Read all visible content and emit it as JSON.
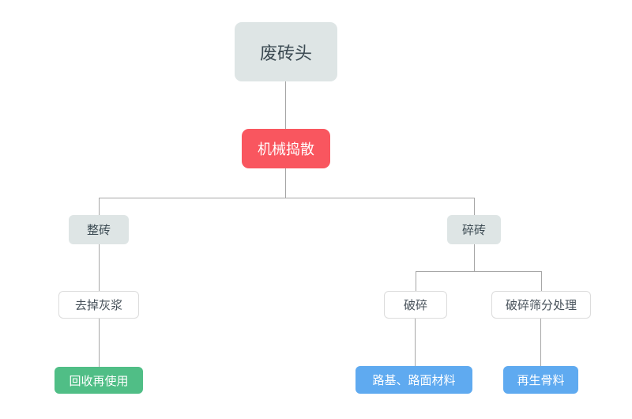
{
  "flowchart": {
    "title_node": "废砖头",
    "nodes": {
      "root": {
        "label": "废砖头",
        "style": "gray"
      },
      "mechanical": {
        "label": "机械捣散",
        "style": "red"
      },
      "whole_brick": {
        "label": "整砖",
        "style": "gray"
      },
      "broken_brick": {
        "label": "碎砖",
        "style": "gray"
      },
      "remove_mortar": {
        "label": "去掉灰浆",
        "style": "outline"
      },
      "crush": {
        "label": "破碎",
        "style": "outline"
      },
      "crush_screening": {
        "label": "破碎筛分处理",
        "style": "outline"
      },
      "recycle_reuse": {
        "label": "回收再使用",
        "style": "green"
      },
      "road_material": {
        "label": "路基、路面材料",
        "style": "blue"
      },
      "recycled_aggregate": {
        "label": "再生骨料",
        "style": "blue"
      }
    },
    "edges": [
      {
        "from": "root",
        "to": "mechanical"
      },
      {
        "from": "mechanical",
        "to": "whole_brick"
      },
      {
        "from": "mechanical",
        "to": "broken_brick"
      },
      {
        "from": "whole_brick",
        "to": "remove_mortar"
      },
      {
        "from": "remove_mortar",
        "to": "recycle_reuse"
      },
      {
        "from": "broken_brick",
        "to": "crush"
      },
      {
        "from": "broken_brick",
        "to": "crush_screening"
      },
      {
        "from": "crush",
        "to": "road_material"
      },
      {
        "from": "crush_screening",
        "to": "recycled_aggregate"
      }
    ],
    "colors": {
      "gray_fill": "#dee5e5",
      "gray_text": "#3c4b53",
      "red_fill": "#f9565f",
      "green_fill": "#50be86",
      "blue_fill": "#5faaf0",
      "outline_border": "#dcdcdc",
      "outline_text": "#47515a",
      "connector_line": "#a6a6a6",
      "background": "#ffffff",
      "colored_text": "#ffffff"
    }
  }
}
